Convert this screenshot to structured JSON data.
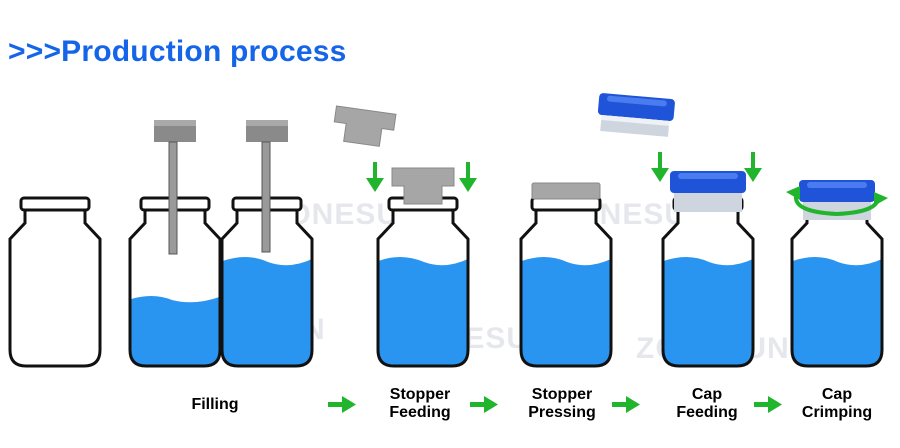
{
  "title": ">>>Production process",
  "watermark": "ZONESUN",
  "colors": {
    "accent": "#1565e8",
    "liquid": "#2a95f0",
    "cap": "#1f54d9",
    "stopper": "#a6a6a6",
    "arrow": "#20b52c",
    "outline": "#111111"
  },
  "steps": [
    {
      "label": "",
      "line2": ""
    },
    {
      "label": "Filling",
      "line2": ""
    },
    {
      "label": "Stopper",
      "line2": "Feeding"
    },
    {
      "label": "Stopper",
      "line2": "Pressing"
    },
    {
      "label": "Cap",
      "line2": "Feeding"
    },
    {
      "label": "Cap",
      "line2": "Crimping"
    }
  ]
}
